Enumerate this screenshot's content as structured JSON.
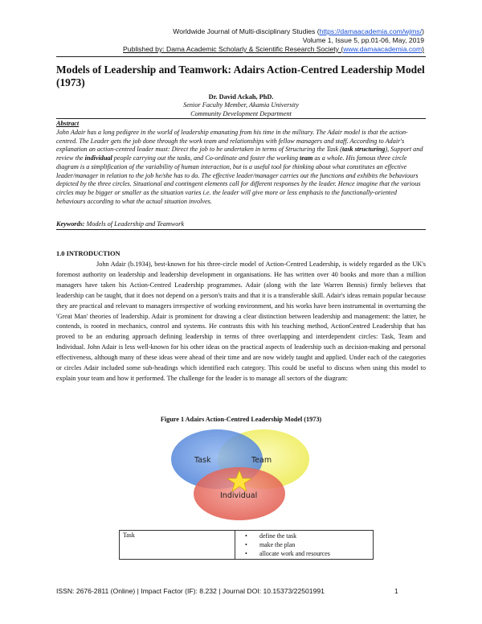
{
  "header": {
    "line1_prefix": "Worldwide Journal of Multi-disciplinary Studies (",
    "line1_link": "https://damaacademia.com/wjms/",
    "line1_suffix": ")",
    "line2": "Volume 1, Issue 5, pp.01-06, May, 2019",
    "line3_prefix": "Published by: Dama Academic Scholarly & Scientific Research Society (",
    "line3_link": "www.damaacademia.com",
    "line3_suffix": ")"
  },
  "paper": {
    "title": "Models of Leadership and Teamwork: Adairs Action-Centred Leadership Model (1973)",
    "author": "Dr. David Ackah, PhD.",
    "author_position": "Senior Faculty Member, Akamia University",
    "author_department": "Community Development Department"
  },
  "abstract": {
    "heading": "Abstract",
    "text_1": "John Adair has a long pedigree in the world of leadership emanating from his time in the military. The Adair model is that the action-centred. The Leader gets the job done through the work team and relationships with fellow managers and staff.  According to Adair's explanation an action-centred leader must: Direct the job to be undertaken in terms of Structuring the Task (",
    "bold_1": "task structuring",
    "text_2": "), Support and review the ",
    "bold_2": "individual",
    "text_3": " people carrying out the tasks, and Co-ordinate and foster the working ",
    "bold_3": "team",
    "text_4": " as a whole. His famous three circle diagram is a simplification of the variability of human interaction, but is a useful tool for thinking about what constitutes an effective leader/manager in relation to the job he/she has to do. The effective leader/manager carries out the functions and exhibits the behaviours depicted by the three circles. Situational and contingent elements call for different responses by the leader. Hence imagine that the various circles may be bigger or smaller as the situation varies i.e. the leader will give more or less emphasis to the functionally-oriented behaviours according to what the actual situation involves.",
    "keywords_label": "Keywords:",
    "keywords": " Models of Leadership and Teamwork"
  },
  "section": {
    "heading": "1.0 INTRODUCTION",
    "paragraph": "John Adair (b.1934), best-known for his three-circle model of Action-Centred Leadership, is widely regarded as the UK's foremost authority on leadership and leadership development in organisations. He has written over 40 books and more than a million managers have taken his Action-Centred Leadership programmes. Adair (along with the late Warren Bennis) firmly believes that leadership can be taught, that it does not depend on a person's traits and that it is a transferable skill. Adair's ideas remain popular because they are practical and relevant to managers irrespective of working environment, and his works have been instrumental in overturning the 'Great Man' theories of leadership. Adair is prominent for drawing a clear distinction between leadership and management: the latter, he contends, is rooted in mechanics, control and systems. He contrasts this with his teaching method, ActionCentred Leadership that has proved to be an enduring approach defining leadership in terms of three overlapping and interdependent circles: Task, Team and Individual. John Adair is less well-known for his other ideas on the practical aspects of leadership such as decision-making and personal effectiveness, although many of these ideas were ahead of their time and are now widely taught and applied. Under each of the categories or circles Adair included some sub-headings which identified each category.  This could be useful to discuss when using this model to explain your team and how it performed.  The challenge for the leader is to manage all sectors of the diagram:"
  },
  "figure": {
    "title": "Figure 1 Adairs Action-Centred Leadership Model (1973)",
    "circle_task": "Task",
    "circle_team": "Team",
    "circle_individual": "Individual",
    "colors": {
      "task": "#5b8fe0",
      "team": "#f3f06a",
      "individual": "#e8675e",
      "star": "#ffe33a"
    }
  },
  "table": {
    "row_label": "Task",
    "items": [
      "define the task",
      "make the plan",
      "allocate work and resources"
    ]
  },
  "footer": {
    "text": "ISSN: 2676-2811 (Online) | Impact Factor (IF): 8.232 | Journal DOI: 10.15373/22501991",
    "page": "1"
  }
}
